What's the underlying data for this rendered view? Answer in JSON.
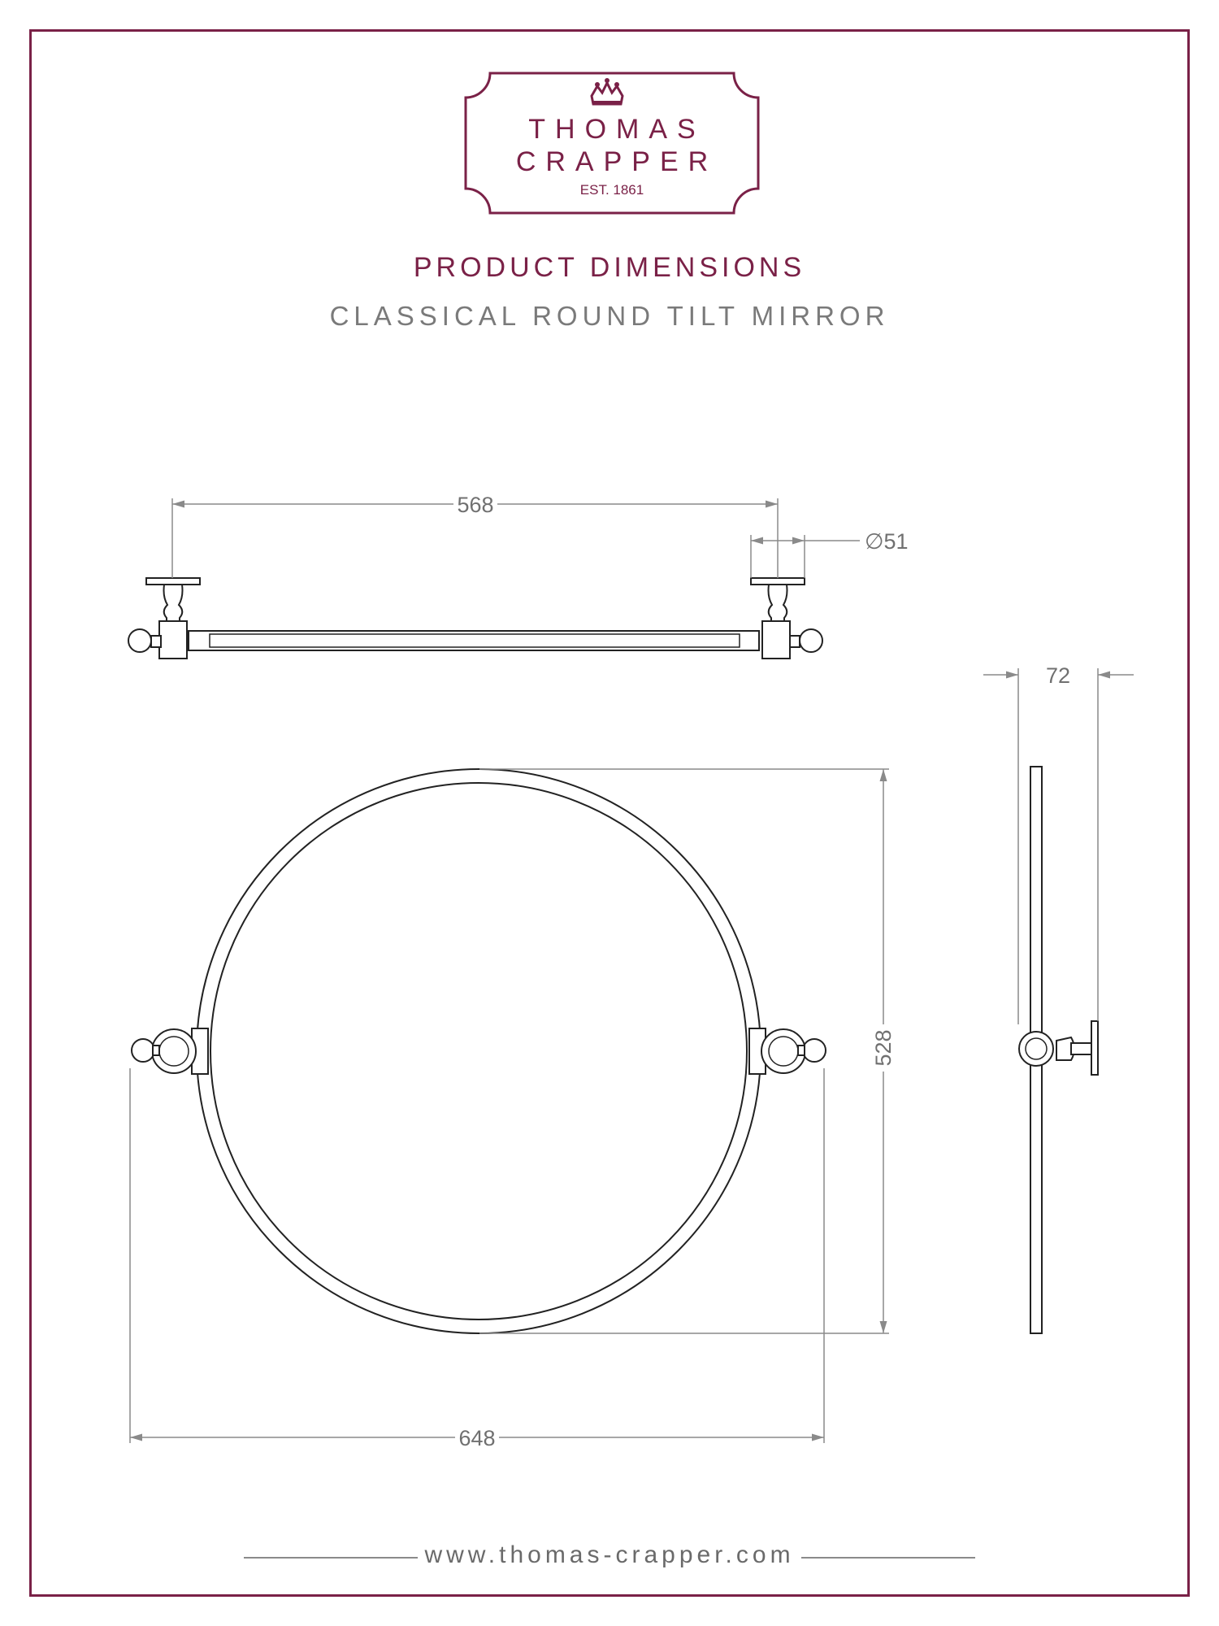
{
  "brand": {
    "line1": "THOMAS",
    "line2": "CRAPPER",
    "established": "EST. 1861"
  },
  "heading": "PRODUCT DIMENSIONS",
  "subheading": "CLASSICAL ROUND TILT MIRROR",
  "dimensions": {
    "top_width": "568",
    "backplate_diameter": "∅51",
    "depth": "72",
    "height": "528",
    "overall_width": "648"
  },
  "footer": {
    "url": "www.thomas-crapper.com"
  },
  "colors": {
    "brand": "#7a2147",
    "dimension_lines": "#8a8a8a",
    "outline": "#222222"
  }
}
